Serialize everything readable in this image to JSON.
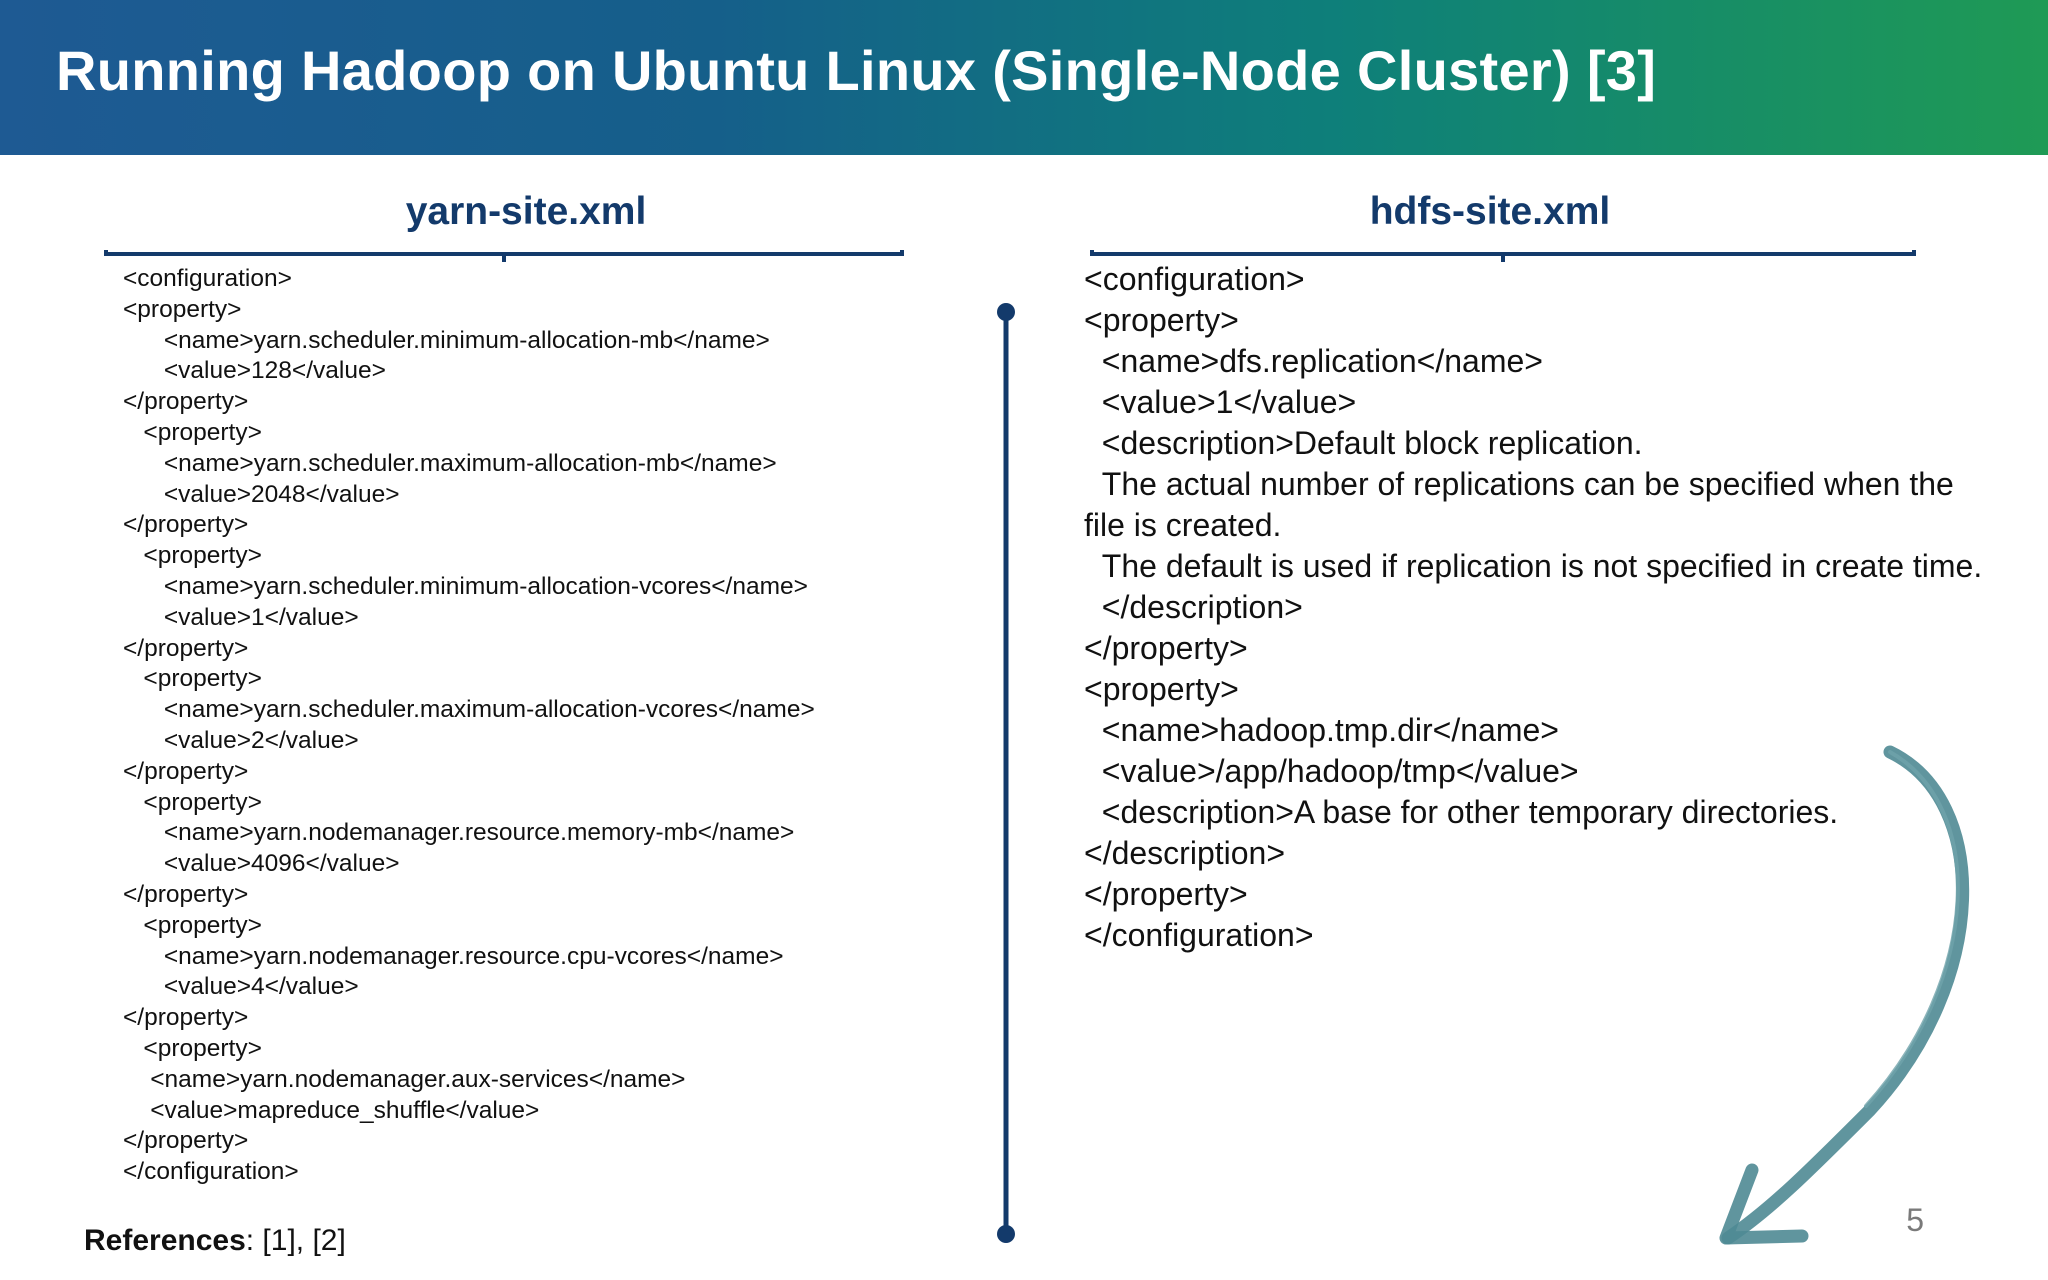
{
  "slide": {
    "title": "Running Hadoop on Ubuntu Linux (Single-Node Cluster) [3]",
    "page_number": "5",
    "colors": {
      "header_gradient": [
        "#1e5a93",
        "#155f8a",
        "#0e7f7a",
        "#1f9a55"
      ],
      "heading_blue": "#133a6b",
      "arrow_teal": "#4f8a93"
    }
  },
  "left": {
    "heading": "yarn-site.xml",
    "lines": [
      "<configuration>",
      "<property>",
      "      <name>yarn.scheduler.minimum-allocation-mb</name>",
      "      <value>128</value>",
      "</property>",
      "   <property>",
      "      <name>yarn.scheduler.maximum-allocation-mb</name>",
      "      <value>2048</value>",
      "</property>",
      "   <property>",
      "      <name>yarn.scheduler.minimum-allocation-vcores</name>",
      "      <value>1</value>",
      "</property>",
      "   <property>",
      "      <name>yarn.scheduler.maximum-allocation-vcores</name>",
      "      <value>2</value>",
      "</property>",
      "   <property>",
      "      <name>yarn.nodemanager.resource.memory-mb</name>",
      "      <value>4096</value>",
      "</property>",
      "   <property>",
      "      <name>yarn.nodemanager.resource.cpu-vcores</name>",
      "      <value>4</value>",
      "</property>",
      "   <property>",
      "    <name>yarn.nodemanager.aux-services</name>",
      "    <value>mapreduce_shuffle</value>",
      "</property>",
      "</configuration>"
    ]
  },
  "right": {
    "heading": "hdfs-site.xml",
    "lines": [
      "<configuration>",
      "<property>",
      "  <name>dfs.replication</name>",
      "  <value>1</value>",
      "  <description>Default block replication.",
      "  The actual number of replications can be specified when the file is created.",
      "  The default is used if replication is not specified in create time.",
      "  </description>",
      "</property>",
      "<property>",
      "  <name>hadoop.tmp.dir</name>",
      "  <value>/app/hadoop/tmp</value>",
      "  <description>A base for other temporary directories.</description>",
      "</property>",
      "</configuration>"
    ]
  },
  "references": {
    "label": "References",
    "values": ": [1], [2]"
  }
}
